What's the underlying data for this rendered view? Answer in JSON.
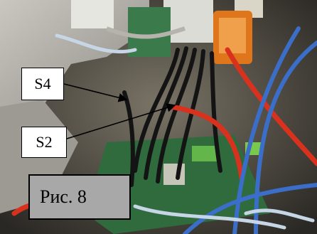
{
  "callouts": {
    "s4": "S4",
    "s2": "S2"
  },
  "caption": "Рис. 8",
  "colors": {
    "wire_red": "#d8321e",
    "wire_blue": "#3a6ec8",
    "wire_black": "#141414",
    "board_green": "#2f6b3c",
    "connector_orange": "#e0761c",
    "caption_bg": "#a8a8a8"
  }
}
